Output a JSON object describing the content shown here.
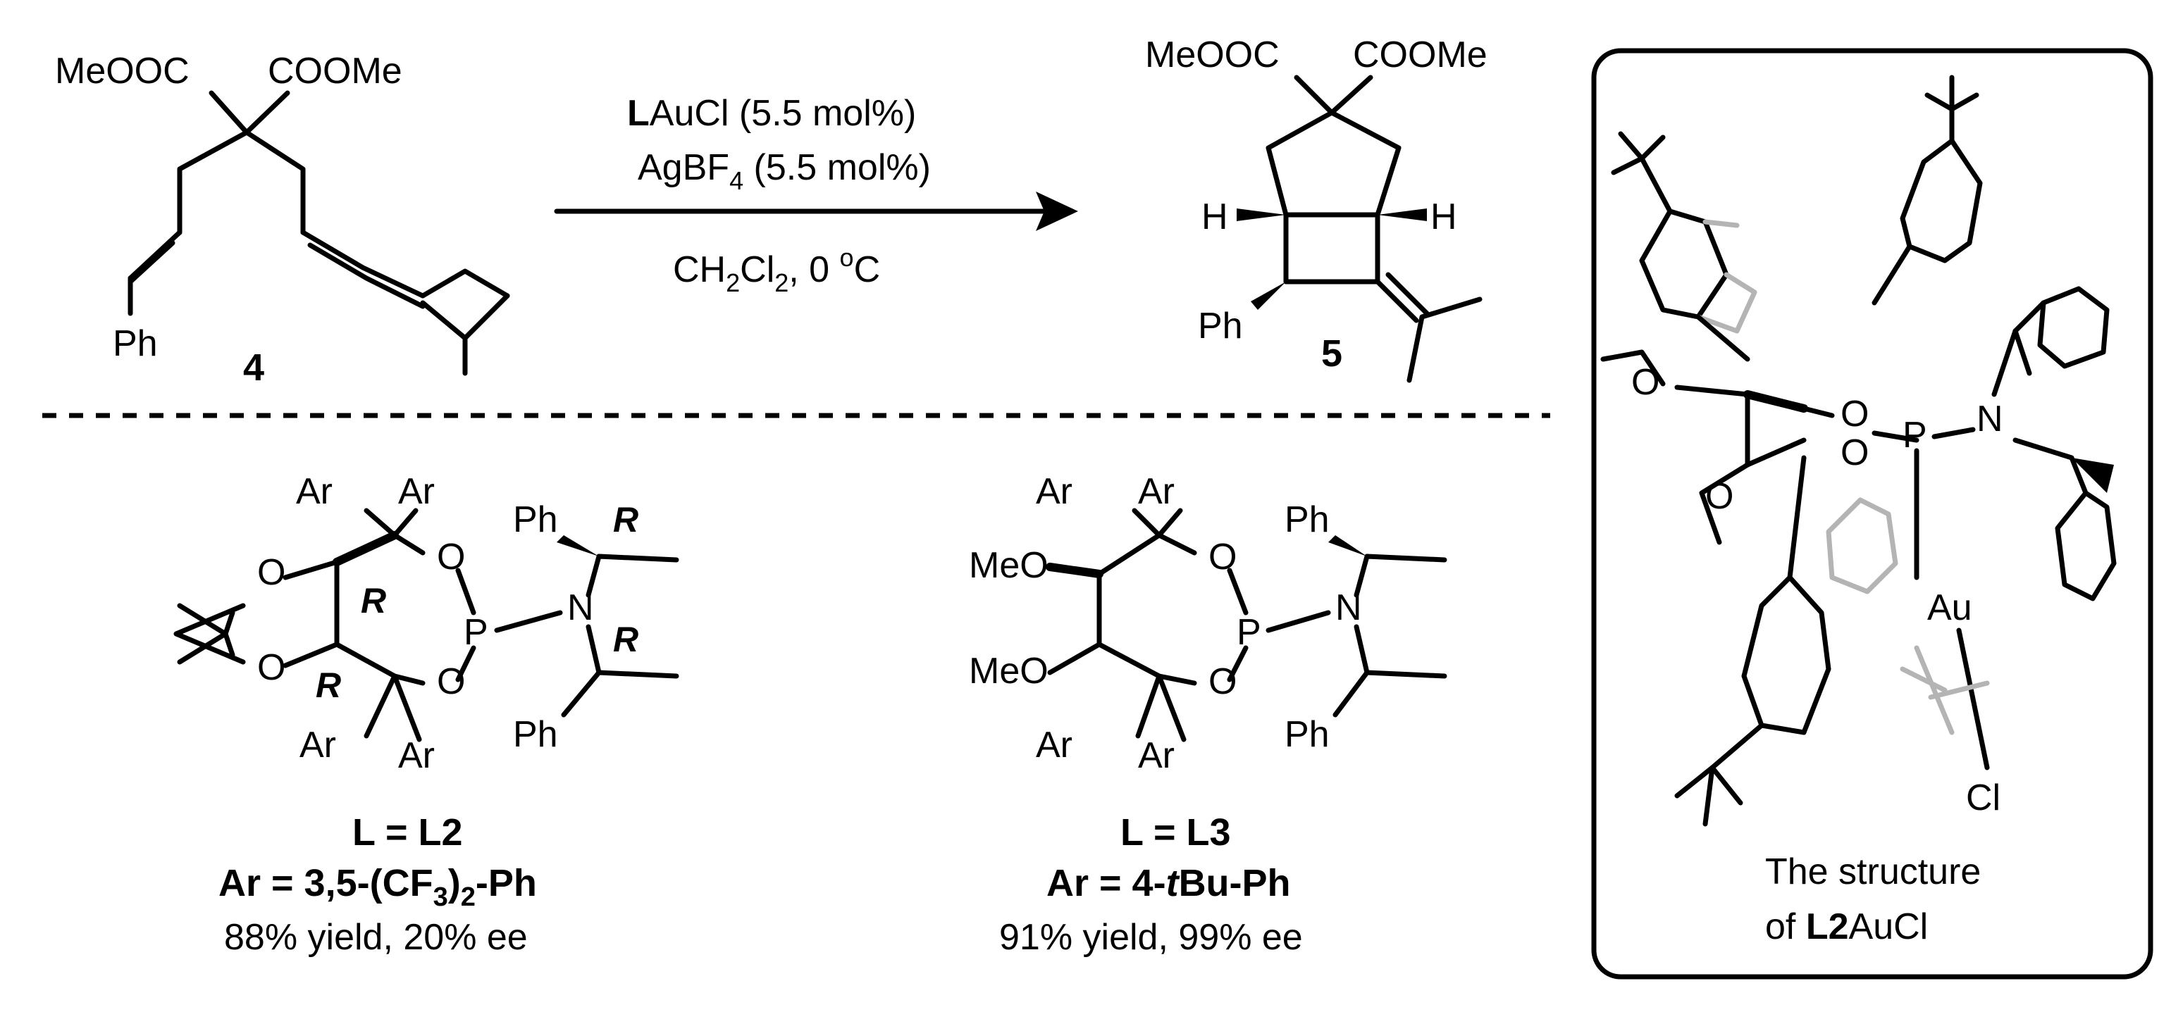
{
  "reaction": {
    "reagent_line1_bold": "L",
    "reagent_line1_rest": "AuCl (5.5 mol%)",
    "reagent_line2_a": "AgBF",
    "reagent_line2_sub": "4",
    "reagent_line2_b": " (5.5 mol%)",
    "conditions_a": "CH",
    "conditions_sub1": "2",
    "conditions_b": "Cl",
    "conditions_sub2": "2",
    "conditions_c": ", 0 ",
    "conditions_sup": "o",
    "conditions_d": "C"
  },
  "substrate": {
    "ester_left": "MeOOC",
    "ester_right": "COOMe",
    "ph": "Ph",
    "number": "4"
  },
  "product": {
    "ester_left": "MeOOC",
    "ester_right": "COOMe",
    "h_left": "H",
    "h_right": "H",
    "ph": "Ph",
    "number": "5"
  },
  "ligand_l2": {
    "ar": "Ar",
    "o": "O",
    "p": "P",
    "n": "N",
    "ph": "Ph",
    "r": "R",
    "label_line": "L = L2",
    "ar_line_a": "Ar = 3,5-(CF",
    "ar_line_sub": "3",
    "ar_line_b": ")",
    "ar_line_sub2": "2",
    "ar_line_c": "-Ph",
    "result": "88% yield, 20% ee",
    "r_color": "#f0961e"
  },
  "ligand_l3": {
    "ar": "Ar",
    "o": "O",
    "p": "P",
    "n": "N",
    "ph": "Ph",
    "meo": "MeO",
    "label_line": "L = L3",
    "ar_line_a": "Ar = 4-",
    "ar_line_it": "t",
    "ar_line_b": "Bu-Ph",
    "result": "91% yield, 99% ee"
  },
  "complex_box": {
    "o": "O",
    "p": "P",
    "n": "N",
    "au": "Au",
    "cl": "Cl",
    "caption_line1": "The structure",
    "caption_line2_a": "of ",
    "caption_line2_bold": "L2",
    "caption_line2_b": "AuCl",
    "gray_color": "#b4b4b4"
  }
}
